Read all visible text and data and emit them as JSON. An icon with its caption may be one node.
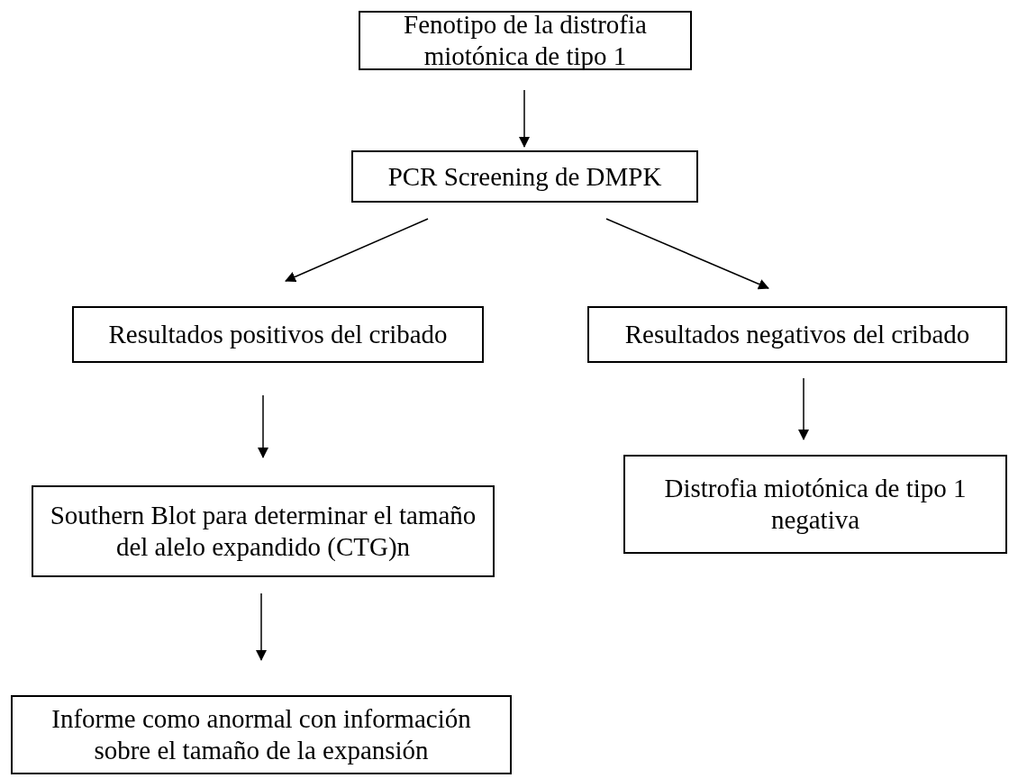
{
  "diagram": {
    "nodes": [
      {
        "text": [
          "Fenotipo de la distrofia miotónica de tipo 1"
        ]
      },
      {
        "text": [
          "PCR Screening de DMPK"
        ]
      },
      {
        "text": [
          "Resultados positivos del cribado"
        ]
      },
      {
        "text": [
          "Resultados negativos del cribado"
        ]
      },
      {
        "text": [
          "Southern Blot para determinar el tamaño del alelo expandido (CTG)n"
        ]
      },
      {
        "text": [
          "Distrofia miotónica de tipo 1 negativa"
        ]
      },
      {
        "text": [
          "Informe como anormal con información sobre el tamaño de la expansión"
        ]
      }
    ],
    "edges": [
      {
        "from": 0,
        "to": 1,
        "arrow": "to"
      },
      {
        "from": 1,
        "to": 2,
        "arrow": "to"
      },
      {
        "from": 1,
        "to": 3,
        "arrow": "to"
      },
      {
        "from": 2,
        "to": 4,
        "arrow": "to"
      },
      {
        "from": 3,
        "to": 5,
        "arrow": "to"
      },
      {
        "from": 4,
        "to": 6,
        "arrow": "to"
      }
    ]
  }
}
